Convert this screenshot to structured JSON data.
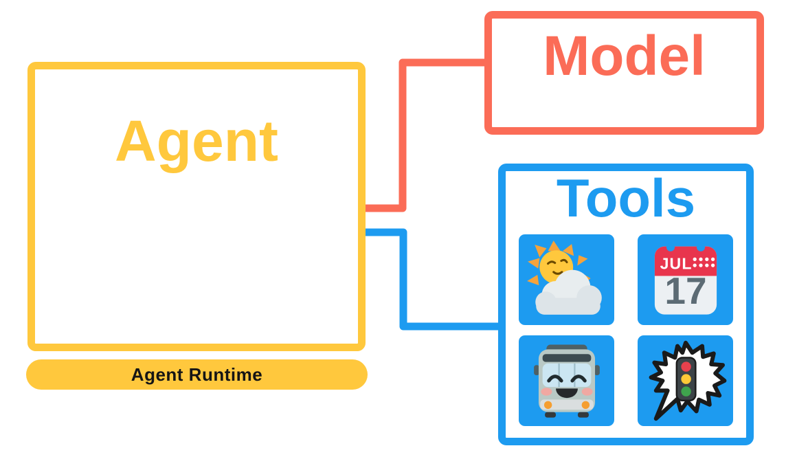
{
  "canvas": {
    "background": "#FFFFFF"
  },
  "agent": {
    "label": "Agent",
    "runtime_label": "Agent Runtime",
    "color": "#FFC83D",
    "runtime_text_color": "#151515"
  },
  "model": {
    "label": "Model",
    "color": "#FB6C57"
  },
  "tools": {
    "label": "Tools",
    "color": "#1D9BF0",
    "tiles": [
      {
        "icon": "sun-behind-cloud-emoji"
      },
      {
        "icon": "calendar-emoji",
        "month": "JUL",
        "day": "17"
      },
      {
        "icon": "bus-emoji"
      },
      {
        "icon": "traffic-light-speech-burst-emoji"
      }
    ]
  },
  "connectors": {
    "agent_to_model_color": "#FB6C57",
    "agent_to_tools_color": "#1D9BF0"
  }
}
